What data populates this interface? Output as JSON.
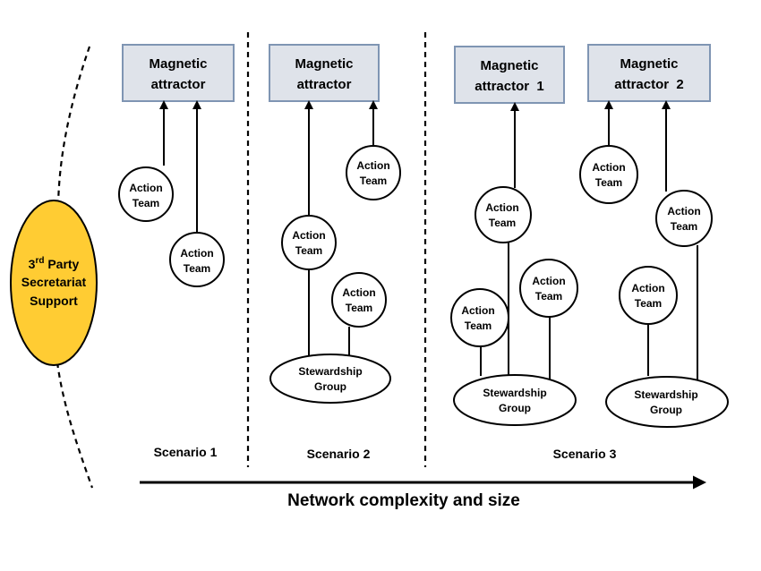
{
  "secretariat": {
    "line1_base": "3",
    "line1_sup": "rd",
    "line1_rest": " Party",
    "line2": "Secretariat",
    "line3": "Support",
    "fill": "#ffcc33"
  },
  "scenario1": {
    "label": "Scenario 1",
    "attractor": [
      "Magnetic",
      "attractor"
    ],
    "team_a": [
      "Action",
      "Team"
    ],
    "team_b": [
      "Action",
      "Team"
    ]
  },
  "scenario2": {
    "label": "Scenario 2",
    "attractor": [
      "Magnetic",
      "attractor"
    ],
    "team_a": [
      "Action",
      "Team"
    ],
    "team_b": [
      "Action",
      "Team"
    ],
    "team_c": [
      "Action",
      "Team"
    ],
    "stewardship": [
      "Stewardship",
      "Group"
    ]
  },
  "scenario3": {
    "label": "Scenario 3",
    "attractor1": [
      "Magnetic",
      "attractor  1"
    ],
    "attractor2": [
      "Magnetic",
      "attractor  2"
    ],
    "team_a": [
      "Action",
      "Team"
    ],
    "team_b": [
      "Action",
      "Team"
    ],
    "team_c": [
      "Action",
      "Team"
    ],
    "team_d": [
      "Action",
      "Team"
    ],
    "team_e": [
      "Action",
      "Team"
    ],
    "team_f": [
      "Action",
      "Team"
    ],
    "stewardship1": [
      "Stewardship",
      "Group"
    ],
    "stewardship2": [
      "Stewardship",
      "Group"
    ]
  },
  "axis": {
    "label": "Network complexity and size"
  }
}
